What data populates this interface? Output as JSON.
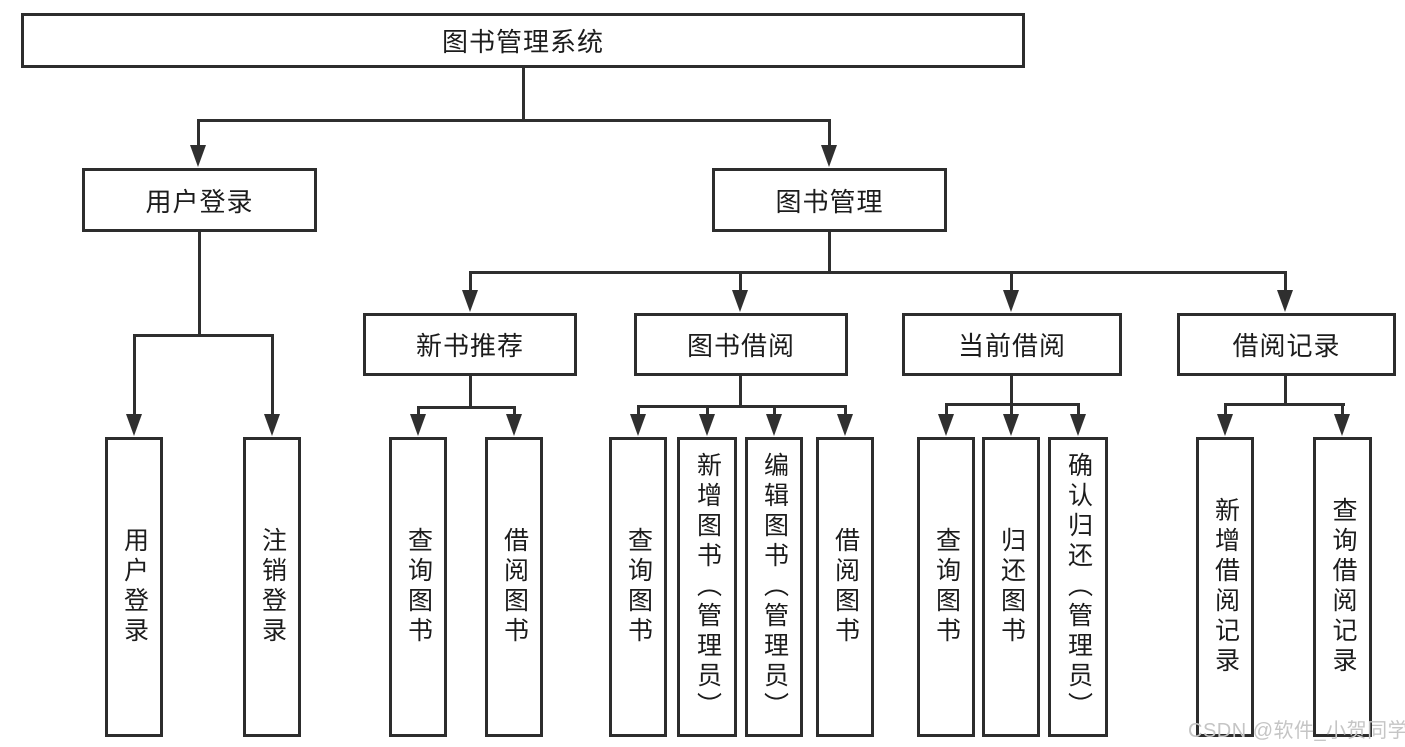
{
  "nodes": {
    "root": "图书管理系统",
    "level2": {
      "user_login": "用户登录",
      "book_mgmt": "图书管理"
    },
    "level3": {
      "new_rec": "新书推荐",
      "borrow": "图书借阅",
      "current": "当前借阅",
      "records": "借阅记录"
    },
    "leaves": {
      "user_login_1": "用户登录",
      "user_login_2": "注销登录",
      "new_rec_1": "查询图书",
      "new_rec_2": "借阅图书",
      "borrow_1": "查询图书",
      "borrow_2": "新增图书（管理员）",
      "borrow_3": "编辑图书（管理员）",
      "borrow_4": "借阅图书",
      "current_1": "查询图书",
      "current_2": "归还图书",
      "current_3": "确认归还（管理员）",
      "records_1": "新增借阅记录",
      "records_2": "查询借阅记录"
    }
  },
  "watermark": "CSDN @软件_小贺同学",
  "colors": {
    "line": "#2f2f2f",
    "box_border": "#2d2d2d",
    "box_fill": "#ffffff",
    "text": "#1c1c1c",
    "watermark": "#c5c5c5",
    "background": "#ffffff"
  }
}
